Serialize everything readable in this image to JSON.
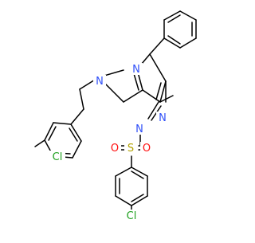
{
  "molecule": {
    "atoms": {
      "n_pyrazole_1": "N",
      "n_pyrazole_2": "N",
      "n_hydrazone_1": "N",
      "n_hydrazone_2": "N",
      "s_sulfonyl": "S",
      "o_sulfonyl_left": "O",
      "o_sulfonyl_right": "O",
      "cl_benzyl": "Cl",
      "cl_sulfonyl_aryl": "Cl"
    },
    "colors": {
      "bond": "#000000",
      "nitrogen": "#3050F8",
      "oxygen": "#FF0D0D",
      "sulfur": "#B2A100",
      "chlorine": "#1FA01F"
    }
  }
}
